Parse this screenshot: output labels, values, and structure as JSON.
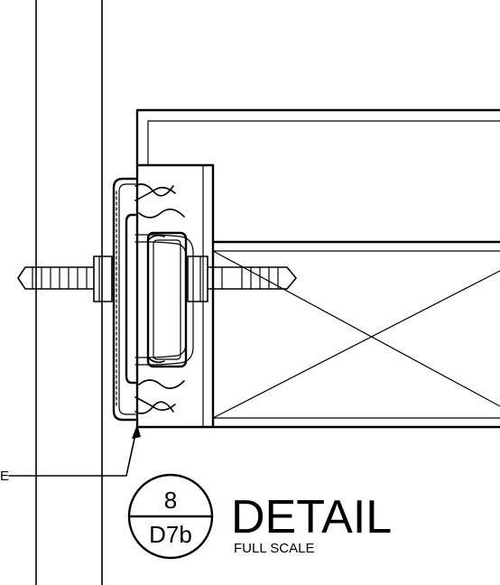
{
  "detail": {
    "number": "8",
    "sheet": "D7b",
    "title": "DETAIL",
    "scale": "FULL SCALE"
  },
  "leader": {
    "label_fragment": "E"
  },
  "colors": {
    "ink": "#000000",
    "paper": "#ffffff"
  }
}
